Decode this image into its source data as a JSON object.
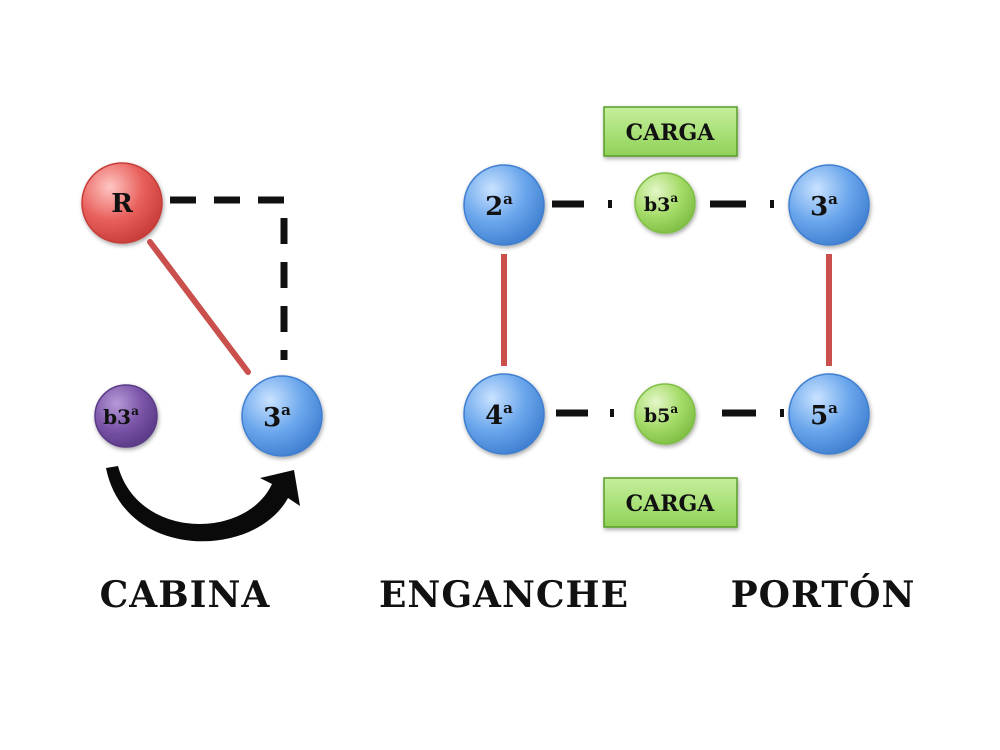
{
  "colors": {
    "blue": "#6aa6ec",
    "red": "#e8605c",
    "purple": "#7b55a8",
    "green": "#a6dc6a",
    "link_solid": "#c9504c",
    "link_dashed": "#111111",
    "box_fill": "#a9e07a",
    "box_border": "#5a9c2a"
  },
  "cabina": {
    "label": "CABINA",
    "root": {
      "main": "R",
      "sup": ""
    },
    "third": {
      "main": "3",
      "sup": "a"
    },
    "flat_third": {
      "main": "b3",
      "sup": "a"
    }
  },
  "enganche": {
    "label": "ENGANCHE",
    "second": {
      "main": "2",
      "sup": "a"
    },
    "fourth": {
      "main": "4",
      "sup": "a"
    },
    "flat_third": {
      "main": "b3",
      "sup": "a"
    },
    "flat_fifth": {
      "main": "b5",
      "sup": "a"
    },
    "carga_top": "CARGA",
    "carga_bottom": "CARGA"
  },
  "porton": {
    "label": "PORTÓN",
    "third": {
      "main": "3",
      "sup": "a"
    },
    "fifth": {
      "main": "5",
      "sup": "a"
    }
  }
}
